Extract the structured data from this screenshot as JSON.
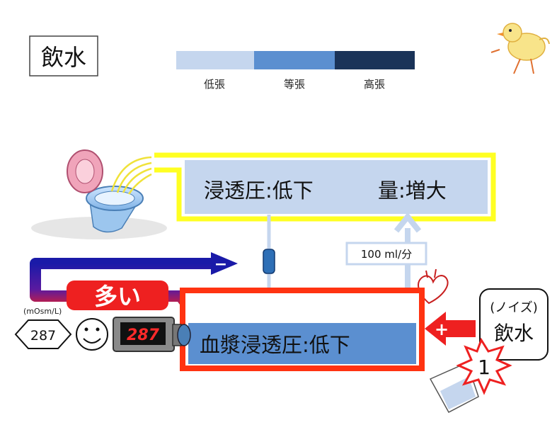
{
  "title": "飲水",
  "legend": {
    "items": [
      {
        "label": "低張",
        "color": "#c5d6ee"
      },
      {
        "label": "等張",
        "color": "#5b8fd0"
      },
      {
        "label": "高張",
        "color": "#1a3358"
      }
    ]
  },
  "top_box": {
    "osmotic_label": "浸透圧:低下",
    "volume_label": "量:増大",
    "fill": "#c5d6ee",
    "border": "#ffff22"
  },
  "flow_rate": "100 ml/分",
  "plasma_box": {
    "label": "血漿浸透圧:低下",
    "fill": "#5b8fd0",
    "border": "#ff3311"
  },
  "feedback": {
    "minus_sign": "−",
    "plus_sign": "+",
    "many_label": "多い"
  },
  "sensor": {
    "unit": "(mOsm/L)",
    "value": "287",
    "display": "287"
  },
  "input": {
    "noise_label": "(ノイズ)",
    "drink_label": "飲水",
    "plus_sign": "+",
    "badge_number": "1"
  }
}
